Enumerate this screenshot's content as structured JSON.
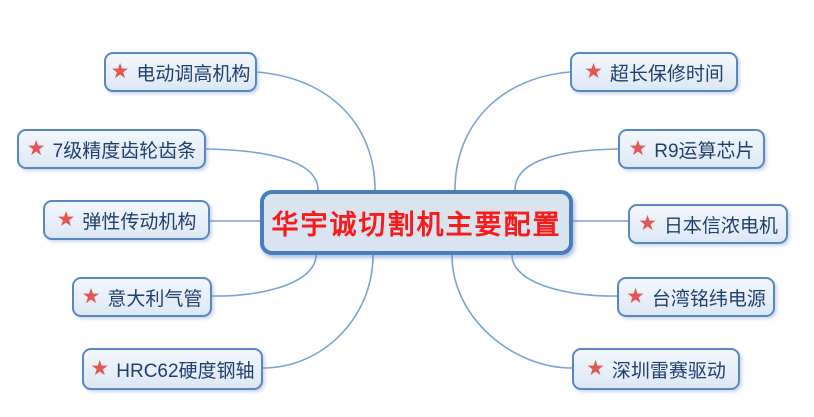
{
  "central": {
    "label": "华宇诚切割机主要配置"
  },
  "nodes": [
    {
      "label": "电动调高机构",
      "side": "left"
    },
    {
      "label": "7级精度齿轮齿条",
      "side": "left"
    },
    {
      "label": "弹性传动机构",
      "side": "left"
    },
    {
      "label": "意大利气管",
      "side": "left"
    },
    {
      "label": "HRC62硬度钢轴",
      "side": "left"
    },
    {
      "label": "超长保修时间",
      "side": "right"
    },
    {
      "label": "R9运算芯片",
      "side": "right"
    },
    {
      "label": "日本信浓电机",
      "side": "right"
    },
    {
      "label": "台湾铭纬电源",
      "side": "right"
    },
    {
      "label": "深圳雷赛驱动",
      "side": "right"
    }
  ],
  "icons": {
    "star": "★"
  },
  "colors": {
    "canvas_bg": "#ffffff",
    "node_border": "#5b86c6",
    "node_fill_top": "#f3f7fd",
    "node_fill_bottom": "#dde8f5",
    "central_border": "#4a7dbd",
    "central_fill": "#d9e4f1",
    "text_blue": "#1f3f6e",
    "text_red": "#f71b1b",
    "star_red": "#e25550",
    "connector": "#7aa3d4"
  }
}
